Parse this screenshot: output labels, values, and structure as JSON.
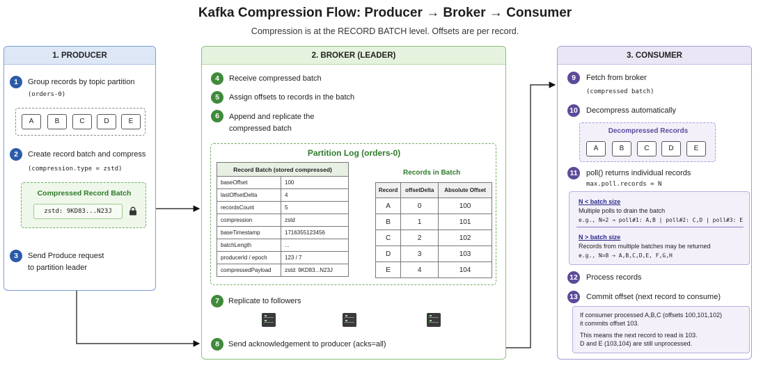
{
  "title": "Kafka Compression Flow: Producer → Broker → Consumer",
  "subtitle": "Compression is at the RECORD BATCH level.  Offsets are per record.",
  "producer": {
    "header": "1. PRODUCER",
    "steps": [
      {
        "num": "1",
        "text": "Group records by topic partition",
        "code": "(orders-0)"
      },
      {
        "num": "2",
        "text": "Create record batch and compress",
        "code": "(compression.type = zstd)"
      },
      {
        "num": "3",
        "text": "Send Produce request",
        "text2": "to partition leader"
      }
    ],
    "records": [
      "A",
      "B",
      "C",
      "D",
      "E"
    ],
    "compressed_title": "Compressed Record Batch",
    "compressed_value": "zstd: 9KD83...N23J"
  },
  "broker": {
    "header": "2. BROKER (LEADER)",
    "steps": [
      {
        "num": "4",
        "text": "Receive compressed batch"
      },
      {
        "num": "5",
        "text": "Assign offsets to records in the batch"
      },
      {
        "num": "6",
        "text": "Append and replicate the",
        "text2": "compressed batch"
      },
      {
        "num": "7",
        "text": "Replicate to followers"
      },
      {
        "num": "8",
        "text": "Send acknowledgement to producer (acks=all)"
      }
    ],
    "partition_log_title": "Partition Log (orders-0)",
    "record_batch": {
      "title": "Record Batch (stored compressed)",
      "rows": [
        [
          "baseOffset",
          "100"
        ],
        [
          "lastOffsetDelta",
          "4"
        ],
        [
          "recordsCount",
          "5"
        ],
        [
          "compression",
          "zstd"
        ],
        [
          "baseTimestamp",
          "1716355123456"
        ],
        [
          "batchLength",
          "..."
        ],
        [
          "producerId / epoch",
          "123 / 7"
        ],
        [
          "compressedPayload",
          "zstd: 9KD83...N23J"
        ]
      ]
    },
    "records_in_batch": {
      "title": "Records in Batch",
      "headers": [
        "Record",
        "offsetDelta",
        "Absolute Offset"
      ],
      "rows": [
        [
          "A",
          "0",
          "100"
        ],
        [
          "B",
          "1",
          "101"
        ],
        [
          "C",
          "2",
          "102"
        ],
        [
          "D",
          "3",
          "103"
        ],
        [
          "E",
          "4",
          "104"
        ]
      ]
    }
  },
  "consumer": {
    "header": "3. CONSUMER",
    "steps": [
      {
        "num": "9",
        "text": "Fetch from broker",
        "code": "(compressed batch)"
      },
      {
        "num": "10",
        "text": "Decompress automatically"
      },
      {
        "num": "11",
        "text": "poll() returns individual records",
        "code": "max.poll.records = N"
      },
      {
        "num": "12",
        "text": "Process records"
      },
      {
        "num": "13",
        "text": "Commit offset (next record to consume)"
      }
    ],
    "decompressed_title": "Decompressed Records",
    "records": [
      "A",
      "B",
      "C",
      "D",
      "E"
    ],
    "poll": {
      "h1": "N < batch size",
      "t1": "Multiple polls to drain the batch",
      "m1": "e.g., N=2 → poll#1: A,B | poll#2: C,D | poll#3: E",
      "h2": "N > batch size",
      "t2": "Records from multiple batches may be returned",
      "m2": "e.g., N=8 → A,B,C,D,E, F,G,H"
    },
    "commit": {
      "l1": "If consumer processed A,B,C (offsets 100,101,102)",
      "l2": "it commits offset 103.",
      "l3": "This means the next record to read is 103.",
      "l4": "D and E (103,104) are still unprocessed."
    }
  }
}
